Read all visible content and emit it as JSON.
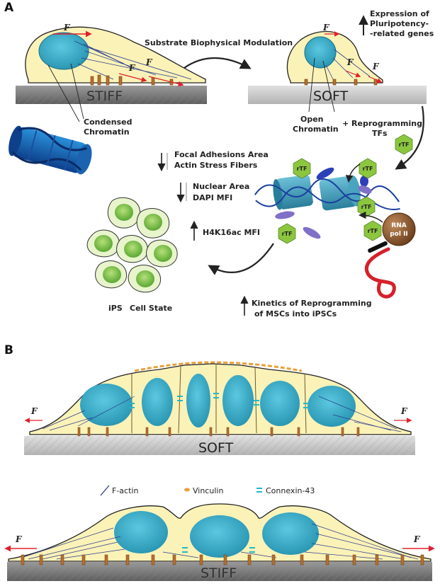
{
  "panel_labels": {
    "a": "A",
    "b": "B"
  },
  "force_symbol": "F",
  "substrates": {
    "stiff": "STIFF",
    "soft": "SOFT"
  },
  "panel_a": {
    "modulation": "Substrate Biophysical Modulation",
    "expression_line1": "Expression of",
    "expression_line2": "Pluripotency-",
    "expression_line3": "-related genes",
    "condensed_line1": "Condensed",
    "condensed_line2": "Chromatin",
    "open_line1": "Open",
    "open_line2": "Chromatin",
    "reprog_line1": "+ Reprogramming",
    "reprog_line2": "TFs",
    "rtf": "rTF",
    "rna_line1": "RNA",
    "rna_line2": "pol II",
    "focal_line1": "Focal Adhesions Area",
    "focal_line2": "Actin Stress Fibers",
    "nuclear_line1": "Nuclear Area",
    "nuclear_line2": "DAPI MFI",
    "h4k": "H4K16ac MFI",
    "ips_word": "iPS",
    "cell_state": "Cell State",
    "kinetics_line1": "Kinetics of Reprogramming",
    "kinetics_line2": "of MSCs into iPSCs"
  },
  "legend": {
    "factin": "F-actin",
    "vinculin": "Vinculin",
    "connexin": "Connexin-43"
  },
  "colors": {
    "cytoplasm": "#fbf2b8",
    "nucleus": "#3ab3cf",
    "substrate": "#bdbdbd",
    "arrow_red": "#e0202a",
    "ips_cell": "#d8ecb0",
    "ips_nucleus": "#7ac24a",
    "rtf": "#8cc63f",
    "rna_pol": "#8b5a2b",
    "actin": "#2a3a8c",
    "vinculin": "#e8a13a",
    "connexin": "#22b8c8"
  }
}
